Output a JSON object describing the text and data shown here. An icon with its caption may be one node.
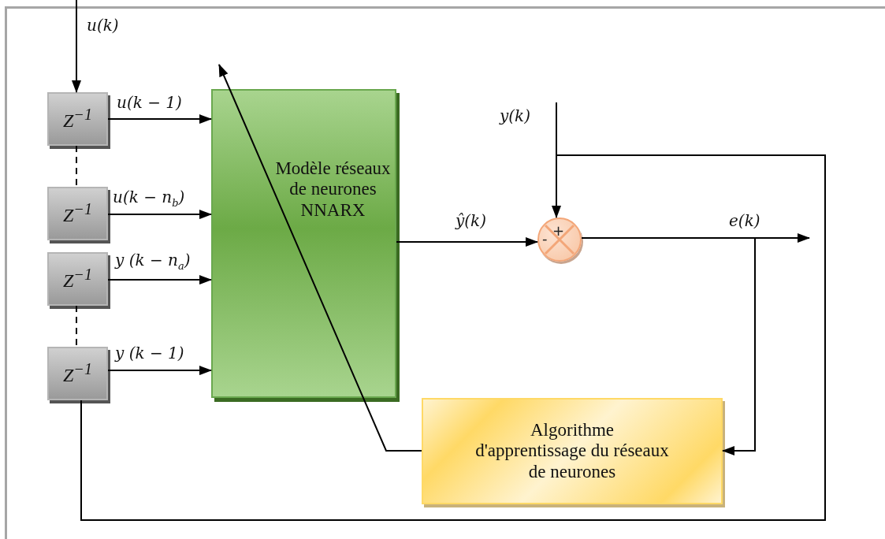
{
  "diagram": {
    "nodes": [
      {
        "text": [
          "Z$^{−1}$"
        ]
      },
      {
        "text": [
          "Z$^{−1}$"
        ]
      },
      {
        "text": [
          "Z$^{−1}$"
        ]
      },
      {
        "text": [
          "Z$^{−1}$"
        ]
      },
      {
        "text": [
          "Modèle réseaux de neurones NNARX"
        ]
      },
      {
        "text": [
          "+",
          "-"
        ]
      },
      {
        "text": [
          "Algorithme d'apprentissage du réseaux de neurones"
        ]
      }
    ],
    "edges": [
      {
        "from": null,
        "to": 0,
        "arrow": "to",
        "label": "u(k)"
      },
      {
        "from": 0,
        "to": 4,
        "arrow": "to",
        "label": "u(k − 1)"
      },
      {
        "from": 1,
        "to": 4,
        "arrow": "to",
        "label": "u(k − n$_{b}$)"
      },
      {
        "from": 2,
        "to": 4,
        "arrow": "to",
        "label": "y (k − n$_{a}$)"
      },
      {
        "from": 3,
        "to": 4,
        "arrow": "to",
        "label": "y (k − 1)"
      },
      {
        "from": 0,
        "to": 1,
        "arrow": "none",
        "style": "dashed"
      },
      {
        "from": 2,
        "to": 3,
        "arrow": "none",
        "style": "dashed"
      },
      {
        "from": 4,
        "to": 5,
        "arrow": "to",
        "label": "ŷ(k)"
      },
      {
        "from": null,
        "to": 5,
        "arrow": "to",
        "label": "y(k)"
      },
      {
        "from": 5,
        "to": null,
        "arrow": "to",
        "label": "e(k)"
      },
      {
        "from": 5,
        "to": 6,
        "arrow": "to"
      },
      {
        "from": null,
        "to": 3,
        "arrow": "none"
      },
      {
        "from": 6,
        "to": null,
        "arrow": "to"
      }
    ]
  }
}
